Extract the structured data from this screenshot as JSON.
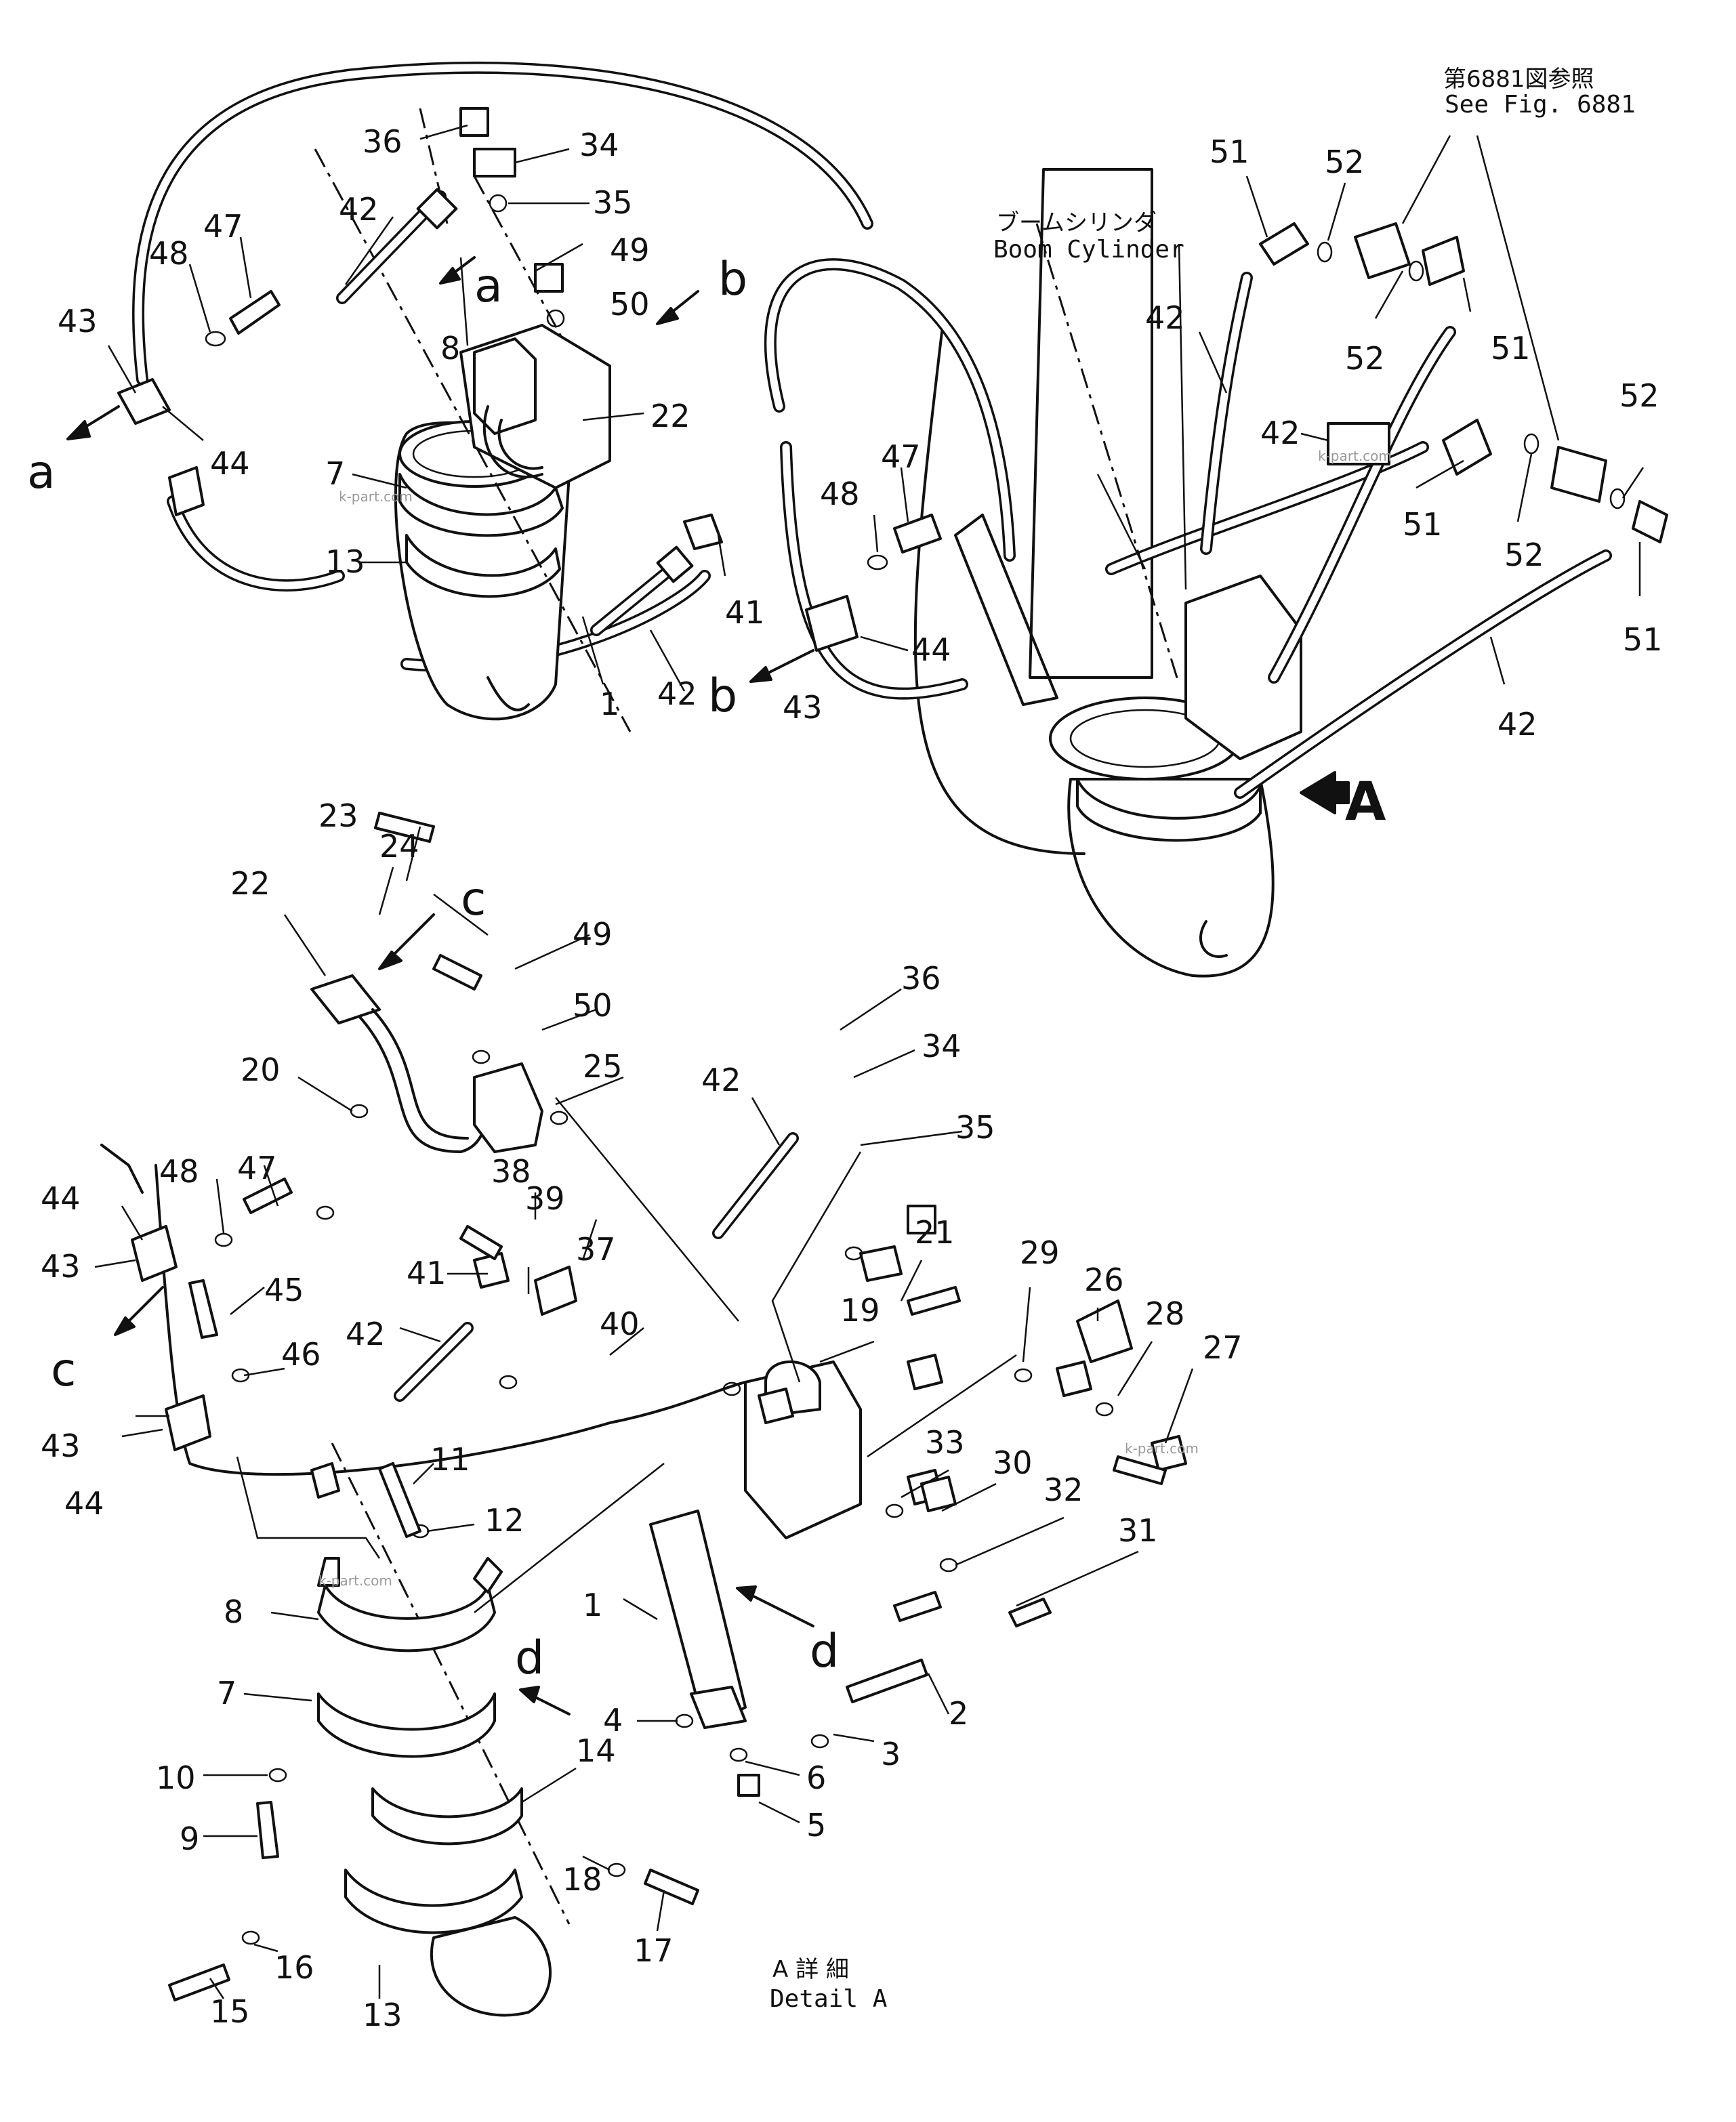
{
  "references": {
    "see_fig_jp": "第6881図参照",
    "see_fig_en": "See Fig. 6881"
  },
  "boom_cylinder": {
    "jp": "ブームシリンダ",
    "en": "Boom Cylinder"
  },
  "detail_a": {
    "jp": "A 詳 細",
    "en": "Detail A",
    "view_marker": "A"
  },
  "watermark": "k-part.com",
  "section_markers": [
    "a",
    "b",
    "c",
    "d"
  ],
  "callouts": {
    "p1": "1",
    "p2": "2",
    "p3": "3",
    "p4": "4",
    "p5": "5",
    "p6": "6",
    "p7": "7",
    "p8": "8",
    "p9": "9",
    "p10": "10",
    "p11": "11",
    "p12": "12",
    "p13": "13",
    "p14": "14",
    "p15": "15",
    "p16": "16",
    "p17": "17",
    "p18": "18",
    "p19": "19",
    "p20": "20",
    "p21": "21",
    "p22": "22",
    "p23": "23",
    "p24": "24",
    "p25": "25",
    "p26": "26",
    "p27": "27",
    "p28": "28",
    "p29": "29",
    "p30": "30",
    "p31": "31",
    "p32": "32",
    "p33": "33",
    "p34": "34",
    "p35": "35",
    "p36": "36",
    "p37": "37",
    "p38": "38",
    "p39": "39",
    "p40": "40",
    "p41": "41",
    "p42": "42",
    "p43": "43",
    "p44": "44",
    "p45": "45",
    "p46": "46",
    "p47": "47",
    "p48": "48",
    "p49": "49",
    "p50": "50",
    "p51": "51",
    "p52": "52"
  }
}
